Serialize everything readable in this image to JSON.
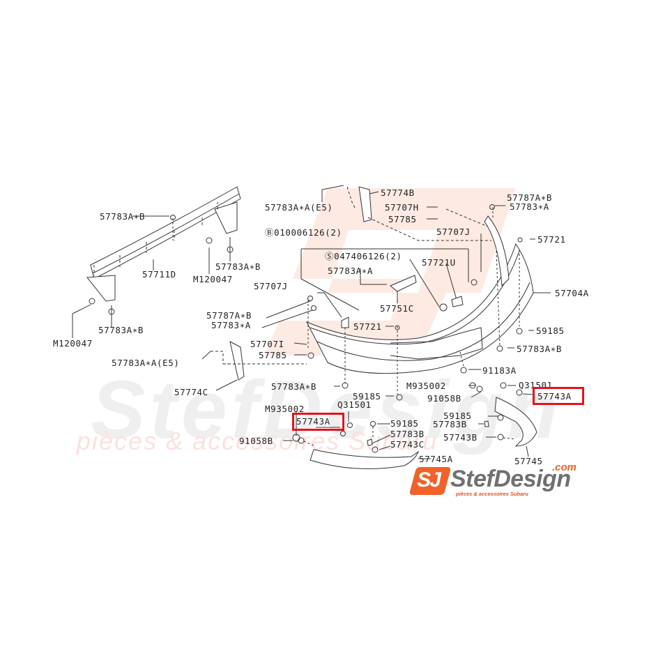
{
  "diagram": {
    "title": "Subaru rear bumper exploded parts diagram",
    "highlight_color": "#e3141c",
    "line_color": "#333333"
  },
  "watermark": {
    "big_text": "StefDesign",
    "sub_text": "pièces & accessoires Subaru"
  },
  "logo": {
    "mark": "SJ",
    "name": "StefDesign",
    "tld": ".com",
    "tagline": "pièces & accessoires Subaru",
    "brand_color": "#f0622a"
  },
  "labels": {
    "l01": "57783A∗B",
    "l02": "57711D",
    "l03": "M120047",
    "l04": "57783A∗B",
    "l05": "M120047",
    "l06": "57783A∗B",
    "l07": "57783A∗A(E5)",
    "l08": "57774B",
    "l09": "57707H",
    "l10": "57785",
    "l11": "57707J",
    "l12": "57787A∗B",
    "l13": "57783∗A",
    "l14": "57721",
    "l15": "Ⓑ010006126(2)",
    "l16": "Ⓢ047406126(2)",
    "l17": "57721U",
    "l18": "57783A∗A",
    "l19": "57707J",
    "l20": "57751C",
    "l21": "57704A",
    "l22": "57787A∗B",
    "l23": "57783∗A",
    "l24": "57721",
    "l25": "59185",
    "l26": "57707I",
    "l27": "57783A∗B",
    "l28": "57783A∗A(E5)",
    "l29": "57785",
    "l30": "91183A",
    "l31": "57774C",
    "l32": "57783A∗B",
    "l33": "M935002",
    "l34": "Q31501",
    "l35": "59185",
    "l36": "91058B",
    "l37": "57743A",
    "l38": "M935002",
    "l39": "Q31501",
    "l40": "57743A",
    "l41": "59185",
    "l42": "59185",
    "l43": "57783B",
    "l44": "91058B",
    "l45": "57783B",
    "l46": "57743B",
    "l47": "57743C",
    "l48": "57745A",
    "l49": "57745"
  },
  "highlighted_parts": [
    "57743A",
    "57743A"
  ]
}
